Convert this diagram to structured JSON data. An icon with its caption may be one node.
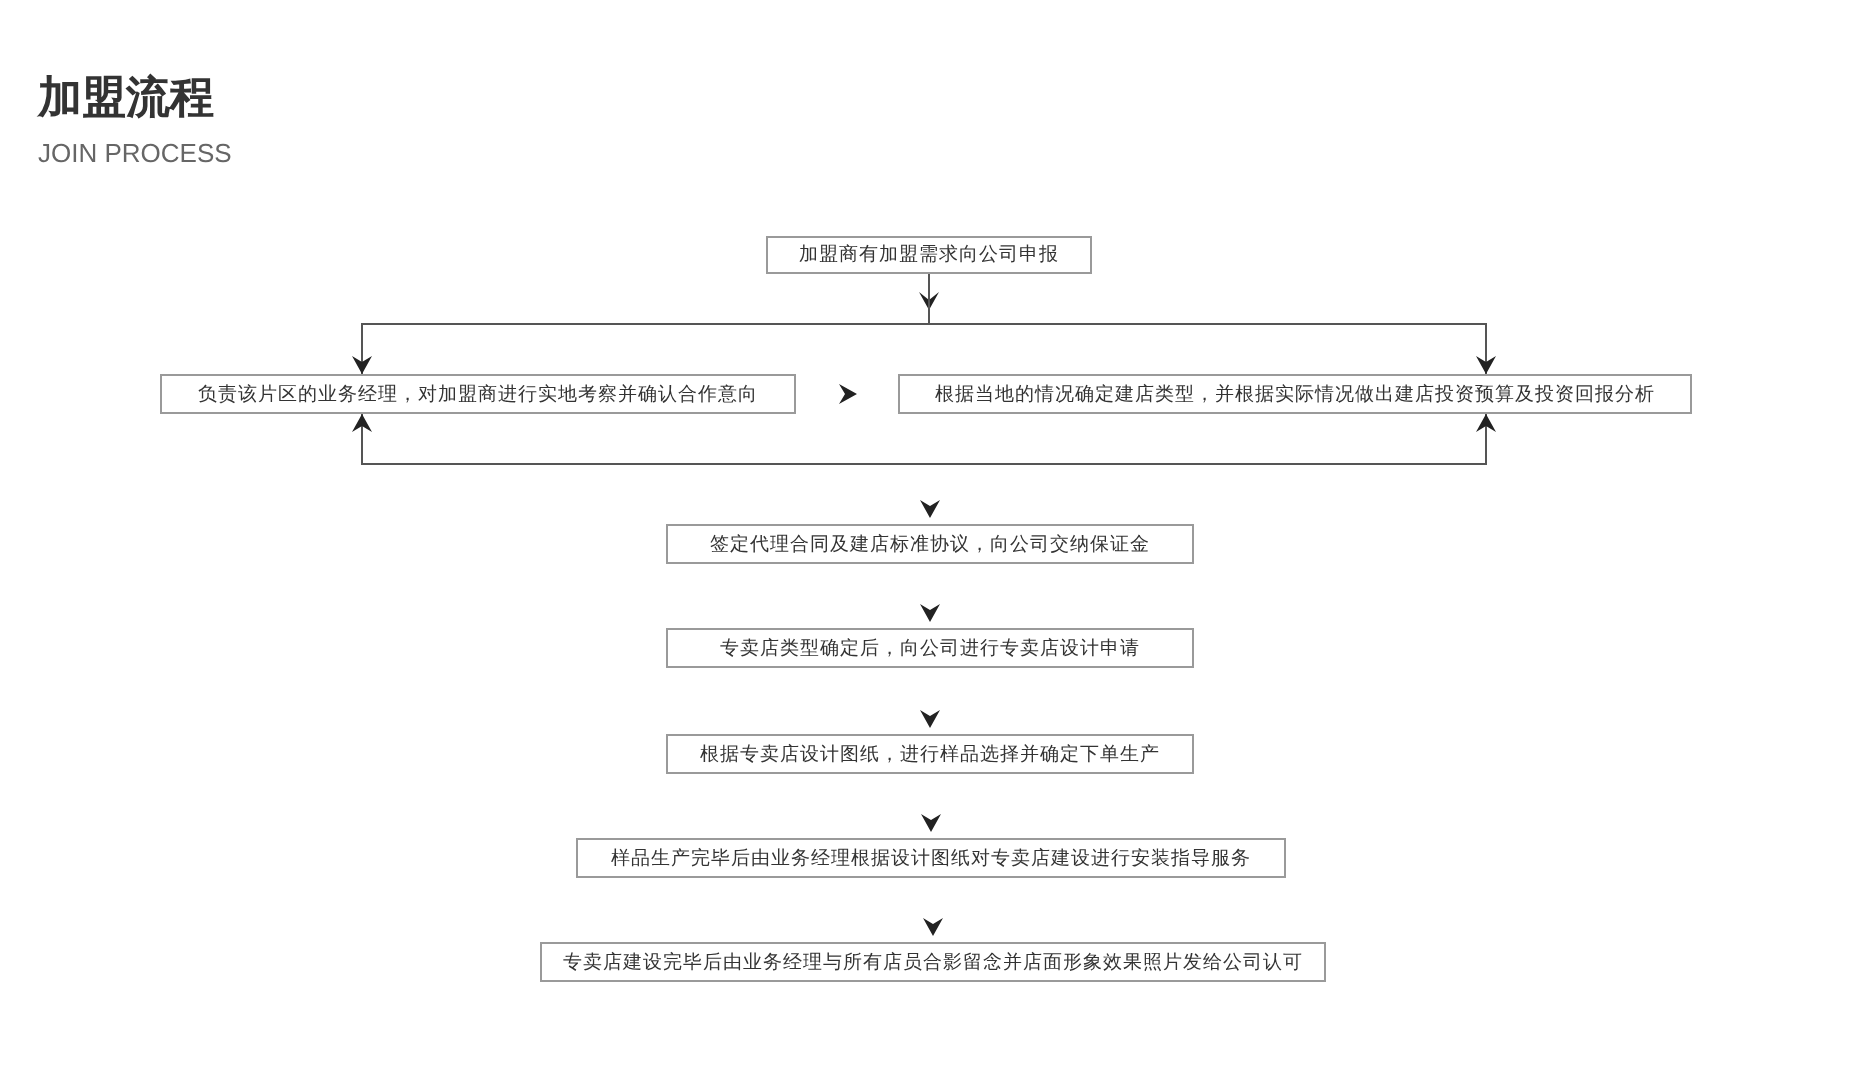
{
  "diagram": {
    "title": "加盟流程",
    "nodes": [
      {
        "text": [
          "加盟商有加盟需求向公司申报"
        ]
      },
      {
        "text": [
          "负责该片区的业务经理，对加盟商进行实地考察并确认合作意向"
        ]
      },
      {
        "text": [
          "根据当地的情况确定建店类型，并根据实际情况做出建店投资预算及投资回报分析"
        ]
      },
      {
        "text": [
          "签定代理合同及建店标准协议，向公司交纳保证金"
        ]
      },
      {
        "text": [
          "专卖店类型确定后，向公司进行专卖店设计申请"
        ]
      },
      {
        "text": [
          "根据专卖店设计图纸，进行样品选择并确定下单生产"
        ]
      },
      {
        "text": [
          "样品生产完毕后由业务经理根据设计图纸对专卖店建设进行安装指导服务"
        ]
      },
      {
        "text": [
          "专卖店建设完毕后由业务经理与所有店员合影留念并店面形象效果照片发给公司认可"
        ]
      }
    ],
    "edges": [
      {
        "from": 0,
        "to": 1,
        "arrow": "to"
      },
      {
        "from": 0,
        "to": 2,
        "arrow": "to"
      },
      {
        "from": 1,
        "to": 2,
        "arrow": "to"
      },
      {
        "from": 1,
        "to": 2,
        "arrow": "both"
      },
      {
        "from": null,
        "to": 3,
        "arrow": "to"
      },
      {
        "from": 3,
        "to": 4,
        "arrow": "to"
      },
      {
        "from": 4,
        "to": 5,
        "arrow": "to"
      },
      {
        "from": 5,
        "to": 6,
        "arrow": "to"
      },
      {
        "from": 6,
        "to": 7,
        "arrow": "to"
      }
    ],
    "labels": [
      "JOIN PROCESS"
    ]
  }
}
